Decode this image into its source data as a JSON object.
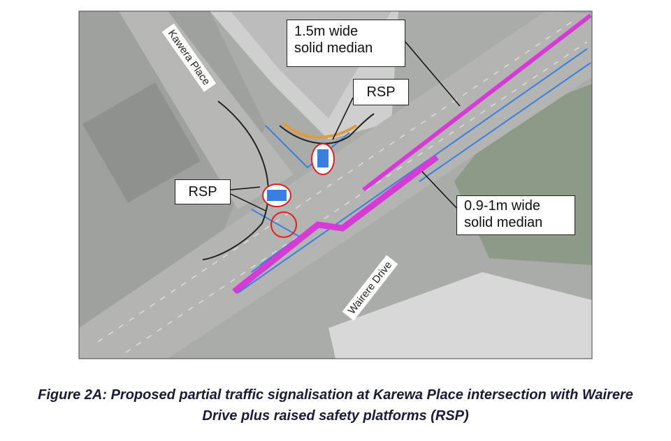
{
  "figure": {
    "labels": {
      "median_upper": [
        "1.5m wide",
        "solid median"
      ],
      "rsp_top": "RSP",
      "rsp_left": "RSP",
      "median_lower": [
        "0.9-1m wide",
        "solid median"
      ]
    },
    "roads": {
      "side_road": "Kawera Place",
      "main_road": "Wairere Drive"
    },
    "colors": {
      "median": "#d63bd6",
      "markings": "#3a7fe0",
      "rsp_outline": "#e02020"
    }
  },
  "caption": {
    "line1": "Figure 2A: Proposed partial traffic signalisation at Karewa Place intersection with Wairere",
    "line2": "Drive plus raised safety platforms (RSP)"
  }
}
